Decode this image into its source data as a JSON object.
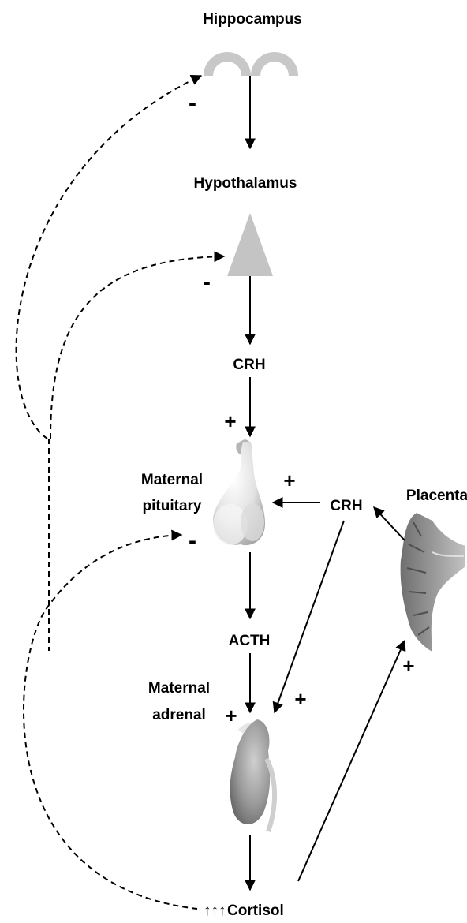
{
  "labels": {
    "hippocampus": "Hippocampus",
    "hypothalamus": "Hypothalamus",
    "crh_central": "CRH",
    "pituitary_line1": "Maternal",
    "pituitary_line2": "pituitary",
    "crh_placental": "CRH",
    "placenta": "Placenta",
    "acth": "ACTH",
    "adrenal_line1": "Maternal",
    "adrenal_line2": "adrenal",
    "cortisol_arrows": "↑↑↑",
    "cortisol": "Cortisol"
  },
  "signs": {
    "hippocampus_feedback": "-",
    "hypothalamus_feedback": "-",
    "crh_to_pituitary": "+",
    "placental_crh_to_pituitary": "+",
    "pituitary_feedback": "-",
    "placental_crh_to_adrenal": "+",
    "acth_to_adrenal": "+",
    "cortisol_to_placenta": "+"
  },
  "colors": {
    "brain_shape": "#c8c8c8",
    "pituitary_light": "#f4f4f4",
    "pituitary_dark": "#a9a9a9",
    "adrenal_dark": "#6f6f6f",
    "adrenal_light": "#c4c4c4",
    "placenta": "#9a9a9a"
  }
}
